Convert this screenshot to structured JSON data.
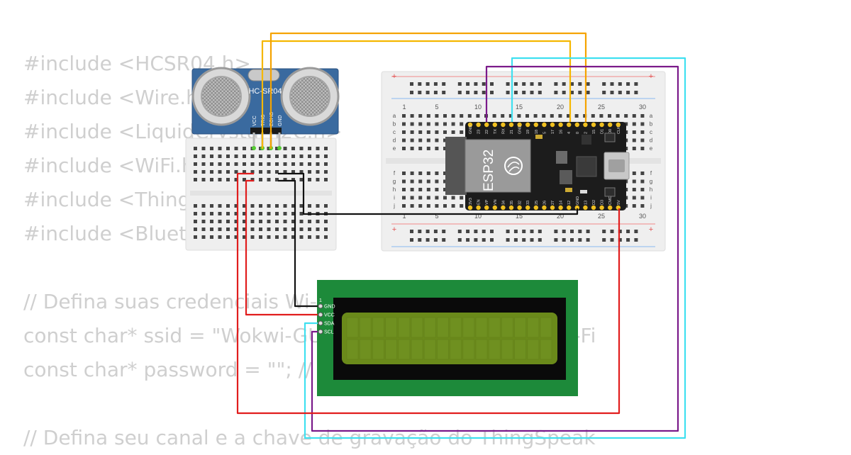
{
  "background_code": [
    "#include <HCSR04.h>",
    "#include <Wire.h>",
    "#include <LiquidCrystal_I2C.h>",
    "#include <WiFi.h>",
    "#include <ThingSpeak.h>",
    "#include <BluetoothSerial.h>",
    "",
    "// Defina suas credenciais Wi-Fi",
    "const char* ssid = \"Wokwi-GUEST\"; // Nome da rede Wi-Fi",
    "const char* password = \"\"; // Senha da rede Wi-Fi",
    "",
    "// Defina seu canal e a chave de gravação do ThingSpeak"
  ],
  "sensor": {
    "label": "HC-SR04",
    "pins": [
      "VCC",
      "TRIG",
      "ECHO",
      "GND"
    ]
  },
  "esp32": {
    "label": "ESP32",
    "top_pins": [
      "GND",
      "23",
      "22",
      "TX",
      "RX",
      "21",
      "GND",
      "19",
      "18",
      "5",
      "17",
      "16",
      "4",
      "0",
      "2",
      "15",
      "D1",
      "D0",
      "CLK"
    ],
    "bottom_pins": [
      "3V3",
      "EN",
      "VP",
      "VN",
      "34",
      "35",
      "32",
      "33",
      "25",
      "26",
      "27",
      "14",
      "12",
      "GND",
      "13",
      "D2",
      "D3",
      "CMD",
      "5V"
    ]
  },
  "big_breadboard": {
    "col_numbers": [
      "1",
      "5",
      "10",
      "15",
      "20",
      "25",
      "30"
    ],
    "row_letters": [
      "a",
      "b",
      "c",
      "d",
      "e",
      "f",
      "g",
      "h",
      "i",
      "j"
    ],
    "rail_symbols": [
      "+",
      "-"
    ]
  },
  "lcd": {
    "pin_number": "1",
    "pins": [
      "GND",
      "VCC",
      "SDA",
      "SCL"
    ]
  },
  "wire_colors": {
    "vcc": "#e11d1d",
    "gnd": "#111111",
    "trig": "#f5b700",
    "echo": "#f5a300",
    "sda": "#3fe0f0",
    "scl": "#7a1a8a"
  }
}
